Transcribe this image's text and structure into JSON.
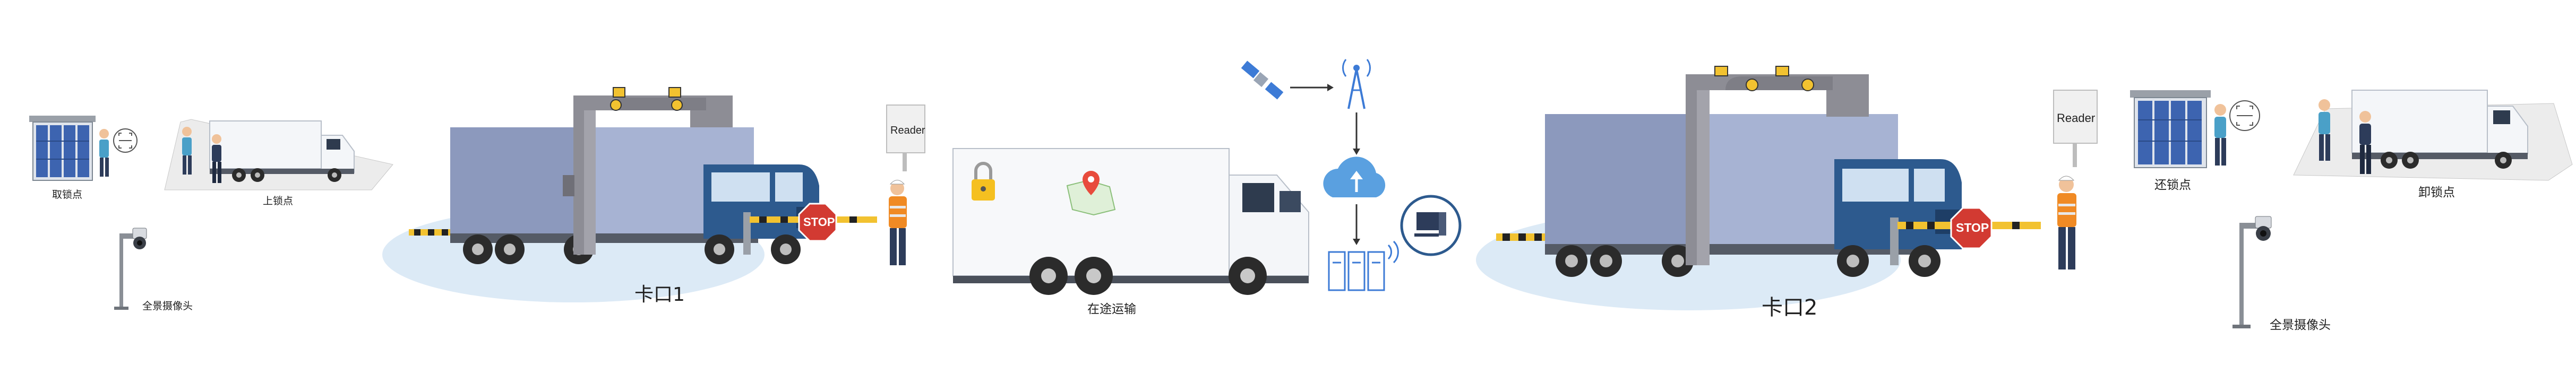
{
  "labels": {
    "pickup_lock_point": "取锁点",
    "lock_on_point": "上锁点",
    "panoramic_camera_1": "全景摄像头",
    "checkpoint_1": "卡口1",
    "in_transit": "在途运输",
    "checkpoint_2": "卡口2",
    "return_lock_point": "还锁点",
    "unlock_point": "卸锁点",
    "panoramic_camera_2": "全景摄像头"
  },
  "reader_sign_1": "Reader",
  "reader_sign_2": "Reader",
  "stop_sign_1": "STOP",
  "stop_sign_2": "STOP",
  "colors": {
    "truck_body": "#8c99bd",
    "truck_body_light": "#a7b3d3",
    "cab_blue": "#2d5a8e",
    "gantry_grey": "#8d8d95",
    "locker_blue": "#3d64b0",
    "cloud_blue": "#5aa0e0",
    "stop_red": "#d23a32",
    "barrier_yellow": "#f2c230",
    "vest_orange": "#f08a24",
    "lock_yellow": "#f5c020",
    "ground_light_blue": "#dceaf6"
  },
  "icons": [
    "locker-icon",
    "worker-icon",
    "scan-icon",
    "truck-icon",
    "camera-pole-icon",
    "gantry-icon",
    "barrier-icon",
    "stop-sign-icon",
    "reader-sign-icon",
    "satellite-icon",
    "radio-tower-icon",
    "cloud-upload-icon",
    "server-icon",
    "computer-icon",
    "padlock-icon",
    "map-pin-icon",
    "arrow-right-icon",
    "arrow-down-icon"
  ]
}
